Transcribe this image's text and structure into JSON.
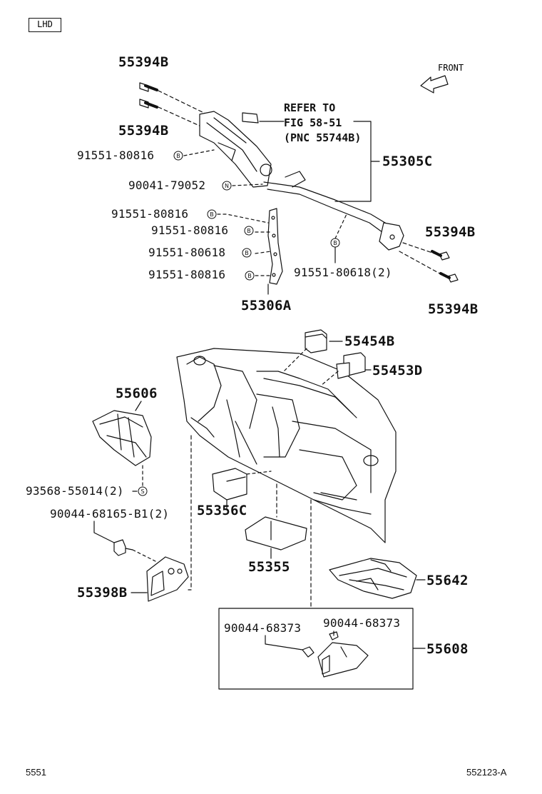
{
  "header": {
    "lhd_badge": "LHD",
    "front_label": "FRONT"
  },
  "reference": {
    "line1": "REFER TO",
    "line2": "FIG 58-51",
    "line3": "(PNC 55744B)"
  },
  "parts": {
    "p55394b_1": "55394B",
    "p55394b_2": "55394B",
    "p55394b_3": "55394B",
    "p55394b_4": "55394B",
    "p55305c": "55305C",
    "p55306a": "55306A",
    "p55454b": "55454B",
    "p55453d": "55453D",
    "p55606": "55606",
    "p55356c": "55356C",
    "p55355": "55355",
    "p55642": "55642",
    "p55608": "55608",
    "p55398b": "55398B"
  },
  "fasteners": {
    "f91551_80816_a": "91551-80816",
    "f90041_79052": "90041-79052",
    "f91551_80816_b": "91551-80816",
    "f91551_80816_c": "91551-80816",
    "f91551_80618_a": "91551-80618",
    "f91551_80816_d": "91551-80816",
    "f91551_80618_2": "91551-80618(2)",
    "f93568_55014_2": "93568-55014(2)",
    "f90044_68165_b1_2": "90044-68165-B1(2)",
    "f90044_68373_a": "90044-68373",
    "f90044_68373_b": "90044-68373"
  },
  "symbols": {
    "b": "B",
    "n": "N",
    "s": "S"
  },
  "footer": {
    "left": "5551",
    "right": "552123-A"
  }
}
